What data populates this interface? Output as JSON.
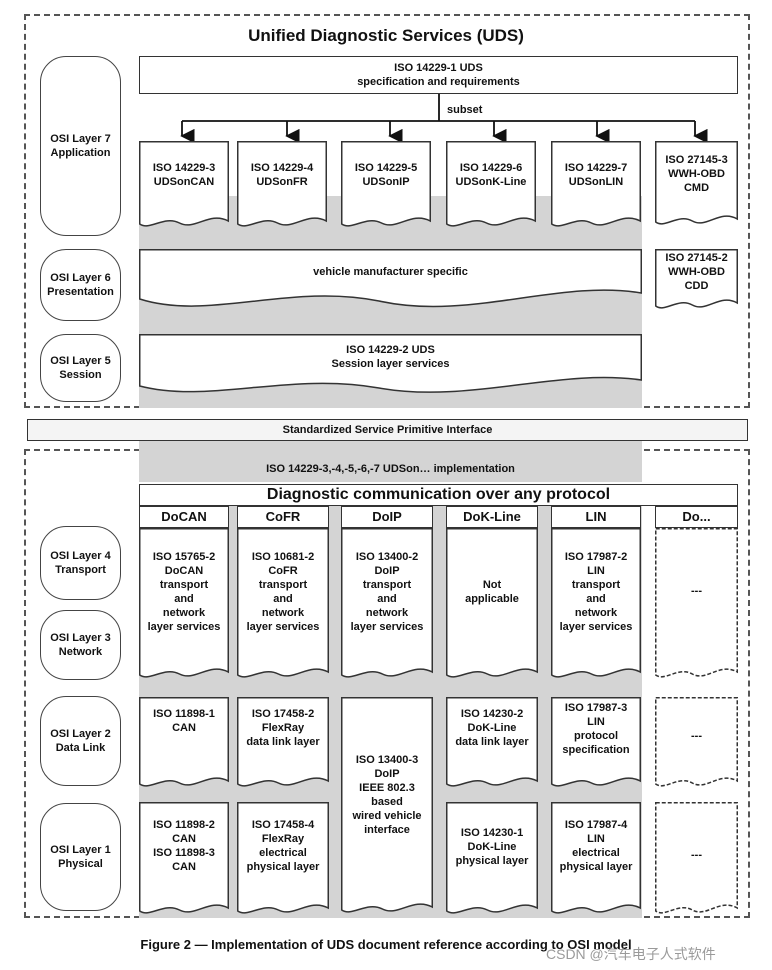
{
  "title": "Unified Diagnostic Services (UDS)",
  "spec_box": {
    "line1": "ISO 14229-1 UDS",
    "line2": "specification and requirements"
  },
  "subset_label": "subset",
  "layers": {
    "l7": [
      "OSI Layer 7",
      "Application"
    ],
    "l6": [
      "OSI Layer 6",
      "Presentation"
    ],
    "l5": [
      "OSI Layer 5",
      "Session"
    ],
    "l4": [
      "OSI Layer 4",
      "Transport"
    ],
    "l3": [
      "OSI Layer 3",
      "Network"
    ],
    "l2": [
      "OSI Layer 2",
      "Data Link"
    ],
    "l1": [
      "OSI Layer 1",
      "Physical"
    ]
  },
  "app_docs": [
    [
      "ISO 14229-3",
      "UDSonCAN"
    ],
    [
      "ISO 14229-4",
      "UDSonFR"
    ],
    [
      "ISO 14229-5",
      "UDSonIP"
    ],
    [
      "ISO 14229-6",
      "UDSonK-Line"
    ],
    [
      "ISO 14229-7",
      "UDSonLIN"
    ]
  ],
  "obd_cmd": [
    "ISO 27145-3",
    "WWH-OBD",
    "CMD"
  ],
  "obd_cdd": [
    "ISO 27145-2",
    "WWH-OBD",
    "CDD"
  ],
  "presentation_text": "vehicle manufacturer specific",
  "session_box": [
    "ISO 14229-2 UDS",
    "Session layer services"
  ],
  "sspi_label": "Standardized Service Primitive Interface",
  "implementation_label": "ISO 14229-3,-4,-5,-6,-7 UDSon… implementation",
  "diag_banner": "Diagnostic communication over any protocol",
  "columns": [
    "DoCAN",
    "CoFR",
    "DoIP",
    "DoK-Line",
    "LIN",
    "Do..."
  ],
  "transport_docs": [
    [
      "ISO 15765-2",
      "DoCAN",
      "transport",
      "and",
      "network",
      "layer services"
    ],
    [
      "ISO 10681-2",
      "CoFR",
      "transport",
      "and",
      "network",
      "layer services"
    ],
    [
      "ISO 13400-2",
      "DoIP",
      "transport",
      "and",
      "network",
      "layer services"
    ],
    [
      "Not",
      "applicable"
    ],
    [
      "ISO 17987-2",
      "LIN",
      "transport",
      "and",
      "network",
      "layer services"
    ],
    [
      "---"
    ]
  ],
  "datalink_docs": [
    [
      "ISO 11898-1",
      "CAN"
    ],
    [
      "ISO 17458-2",
      "FlexRay",
      "data link layer"
    ],
    [
      "ISO 14230-2",
      "DoK-Line",
      "data link layer"
    ],
    [
      "ISO 17987-3",
      "LIN",
      "protocol",
      "specification"
    ],
    [
      "---"
    ]
  ],
  "doip_phys": [
    "ISO 13400-3",
    "DoIP",
    "IEEE 802.3",
    "based",
    "wired vehicle",
    "interface"
  ],
  "physical_docs": [
    [
      "ISO 11898-2",
      "CAN",
      "ISO 11898-3",
      "CAN"
    ],
    [
      "ISO 17458-4",
      "FlexRay",
      "electrical",
      "physical layer"
    ],
    [
      "ISO 14230-1",
      "DoK-Line",
      "physical layer"
    ],
    [
      "ISO 17987-4",
      "LIN",
      "electrical",
      "physical layer"
    ],
    [
      "---"
    ]
  ],
  "caption": "Figure 2 — Implementation of UDS document reference according to OSI model",
  "watermark": "CSDN @汽车电子人式软件"
}
